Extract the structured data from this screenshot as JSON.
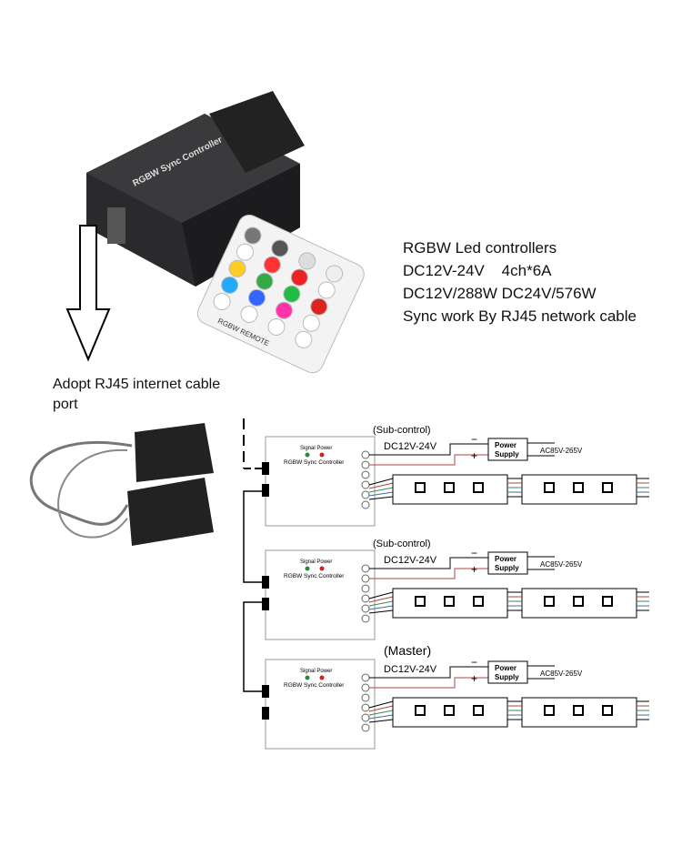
{
  "product": {
    "controller_label": "RGBW Sync Controller",
    "remote_label": "RGBW REMOTE"
  },
  "specs": [
    "RGBW Led controllers",
    "DC12V-24V    4ch*6A",
    "DC12V/288W DC24V/576W",
    "Sync work By RJ45 network cable"
  ],
  "rj45_note": "Adopt RJ45 internet cable port",
  "diagram": {
    "signal_power": "Signal  Power",
    "controller_name": "RGBW Sync Controller",
    "power_supply_line1": "Power",
    "power_supply_line2": "Supply",
    "minus": "−",
    "plus": "+",
    "rows": [
      {
        "role": "(Sub-control)",
        "dc": "DC12V-24V",
        "ac": "AC85V-265V"
      },
      {
        "role": "(Sub-control)",
        "dc": "DC12V-24V",
        "ac": "AC85V-265V"
      },
      {
        "role": "(Master)",
        "dc": "DC12V-24V",
        "ac": "AC85V-265V"
      }
    ]
  },
  "colors": {
    "red_wire": "#b0473c",
    "green_wire": "#3a8a5a",
    "blue_wire": "#3b6fa0"
  }
}
